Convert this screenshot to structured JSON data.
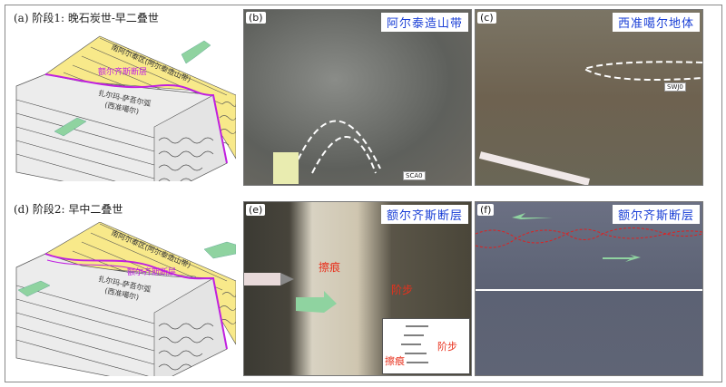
{
  "panel_a": {
    "title": "(a) 阶段1: 晚石炭世-早二叠世",
    "north_zone": "南阿尔泰区(阿尔泰造山带)",
    "fault": "额尔齐斯断层",
    "south_zone": "扎尔玛-萨吾尔弧",
    "south_zone_sub": "(西准噶尔)"
  },
  "panel_d": {
    "title": "(d) 阶段2: 早中二叠世",
    "north_zone": "南阿尔泰区(阿尔泰造山带)",
    "fault": "额尔齐斯断层",
    "south_zone": "扎尔玛-萨吾尔弧",
    "south_zone_sub": "(西准噶尔)"
  },
  "panel_b": {
    "tag": "(b)",
    "caption": "阿尔泰造山带",
    "label": "SCA0"
  },
  "panel_c": {
    "tag": "(c)",
    "caption": "西准噶尔地体",
    "label": "SWJ0"
  },
  "panel_e": {
    "tag": "(e)",
    "caption": "额尔齐斯断层",
    "striation": "擦痕",
    "step": "阶步",
    "inset_striation": "擦痕",
    "inset_step": "阶步"
  },
  "panel_f": {
    "tag": "(f)",
    "caption": "额尔齐斯断层"
  },
  "colors": {
    "north": "#f8e98a",
    "south": "#ececec",
    "fault": "#c020e0",
    "arrow": "#8fd3a0",
    "caption": "#1a3fd6"
  }
}
